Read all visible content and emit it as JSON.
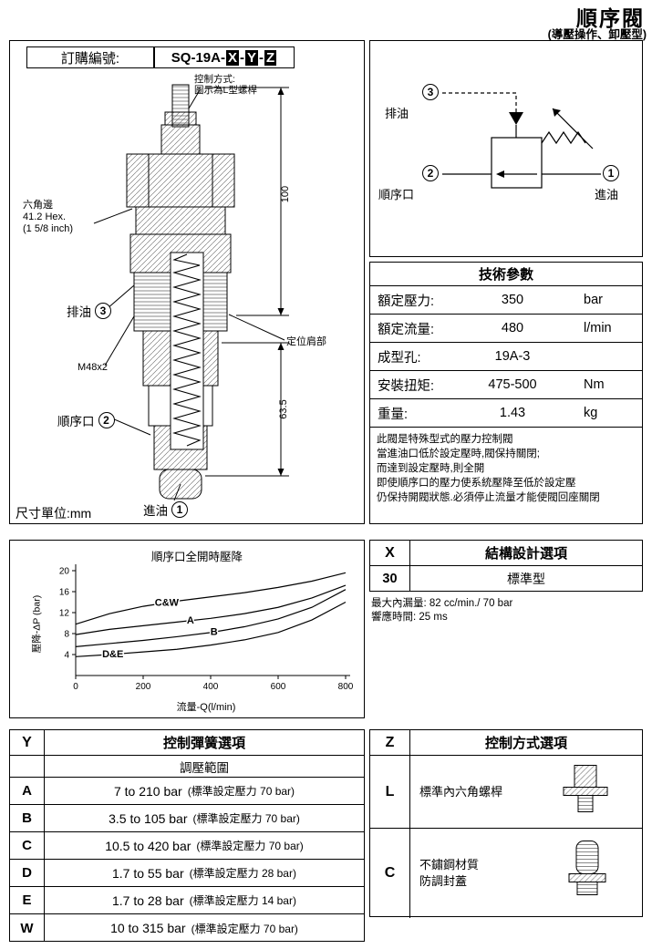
{
  "header": {
    "title": "順序閥",
    "subtitle": "(導壓操作、卸壓型)"
  },
  "order": {
    "label": "訂購編號:",
    "code_prefix": "SQ-19A-",
    "sep": "-",
    "x": "X",
    "y": "Y",
    "z": "Z"
  },
  "drawing": {
    "control_line1": "控制方式:",
    "control_line2": "圖示為L型螺桿",
    "hex_line1": "六角邊",
    "hex_line2": "41.2 Hex.",
    "hex_line3": "(1 5/8 inch)",
    "drain_label": "排油",
    "drain_num": "3",
    "thread_label": "M48x2",
    "seq_label": "順序口",
    "seq_num": "2",
    "inlet_label": "進油",
    "inlet_num": "1",
    "dim_top": "100",
    "dim_bottom": "63.5",
    "shoulder_label": "定位肩部",
    "unit_label": "尺寸單位:mm"
  },
  "schematic": {
    "drain_label": "排油",
    "drain_num": "3",
    "seq_label": "順序口",
    "seq_num": "2",
    "inlet_label": "進油",
    "inlet_num": "1"
  },
  "specs": {
    "title": "技術參數",
    "rows": [
      {
        "label": "額定壓力:",
        "value": "350",
        "unit": "bar"
      },
      {
        "label": "額定流量:",
        "value": "480",
        "unit": "l/min"
      },
      {
        "label": "成型孔:",
        "value": "19A-3",
        "unit": ""
      },
      {
        "label": "安裝扭矩:",
        "value": "475-500",
        "unit": "Nm"
      },
      {
        "label": "重量:",
        "value": "1.43",
        "unit": "kg"
      }
    ],
    "note_lines": [
      "此閥是特殊型式的壓力控制閥",
      "當進油口低於設定壓時,閥保持關閉;",
      "而達到設定壓時,則全開",
      "即使順序口的壓力使系統壓降至低於設定壓",
      "仍保持開閥狀態.必須停止流量才能使閥回座關閉"
    ]
  },
  "chart_data": {
    "type": "line",
    "title": "順序口全開時壓降",
    "xlabel": "流量-Q(l/min)",
    "ylabel": "壓降-ΔP (bar)",
    "xlim": [
      0,
      800
    ],
    "ylim": [
      0,
      20
    ],
    "xticks": [
      0,
      200,
      400,
      600,
      800
    ],
    "yticks": [
      4,
      8,
      12,
      16,
      20
    ],
    "grid": false,
    "legend": "inline",
    "x": [
      0,
      100,
      200,
      300,
      400,
      500,
      600,
      700,
      800
    ],
    "series": [
      {
        "name": "C&W",
        "label_x": 270,
        "values": [
          9.8,
          11.8,
          13.2,
          14.2,
          15.0,
          15.8,
          16.8,
          18.0,
          19.6
        ]
      },
      {
        "name": "A",
        "label_x": 340,
        "values": [
          7.8,
          8.8,
          9.5,
          10.2,
          10.9,
          11.8,
          13.0,
          14.8,
          17.2
        ]
      },
      {
        "name": "B",
        "label_x": 410,
        "values": [
          5.5,
          6.1,
          6.7,
          7.4,
          8.2,
          9.3,
          10.8,
          13.0,
          16.4
        ]
      },
      {
        "name": "D&E",
        "label_x": 110,
        "values": [
          3.6,
          4.0,
          4.5,
          5.0,
          5.8,
          6.8,
          8.2,
          10.6,
          14.0
        ]
      }
    ]
  },
  "x_options": {
    "code": "X",
    "title": "結構設計選項",
    "option_code": "30",
    "option_label": "標準型",
    "notes": [
      "最大內漏量: 82 cc/min./ 70 bar",
      "響應時間: 25 ms"
    ]
  },
  "y_options": {
    "code": "Y",
    "title": "控制彈簧選項",
    "subtitle": "調壓範圍",
    "rows": [
      {
        "code": "A",
        "range": "7 to 210 bar",
        "note": "(標準設定壓力 70 bar)"
      },
      {
        "code": "B",
        "range": "3.5 to 105 bar",
        "note": "(標準設定壓力 70 bar)"
      },
      {
        "code": "C",
        "range": "10.5 to 420 bar",
        "note": "(標準設定壓力 70 bar)"
      },
      {
        "code": "D",
        "range": "1.7 to 55 bar",
        "note": "(標準設定壓力 28 bar)"
      },
      {
        "code": "E",
        "range": "1.7 to 28 bar",
        "note": "(標準設定壓力 14 bar)"
      },
      {
        "code": "W",
        "range": "10 to 315 bar",
        "note": "(標準設定壓力 70 bar)"
      }
    ]
  },
  "z_options": {
    "code": "Z",
    "title": "控制方式選項",
    "rows": [
      {
        "code": "L",
        "label1": "標準內六角螺桿",
        "label2": ""
      },
      {
        "code": "C",
        "label1": "不鏽鋼材質",
        "label2": "防調封蓋"
      }
    ]
  }
}
